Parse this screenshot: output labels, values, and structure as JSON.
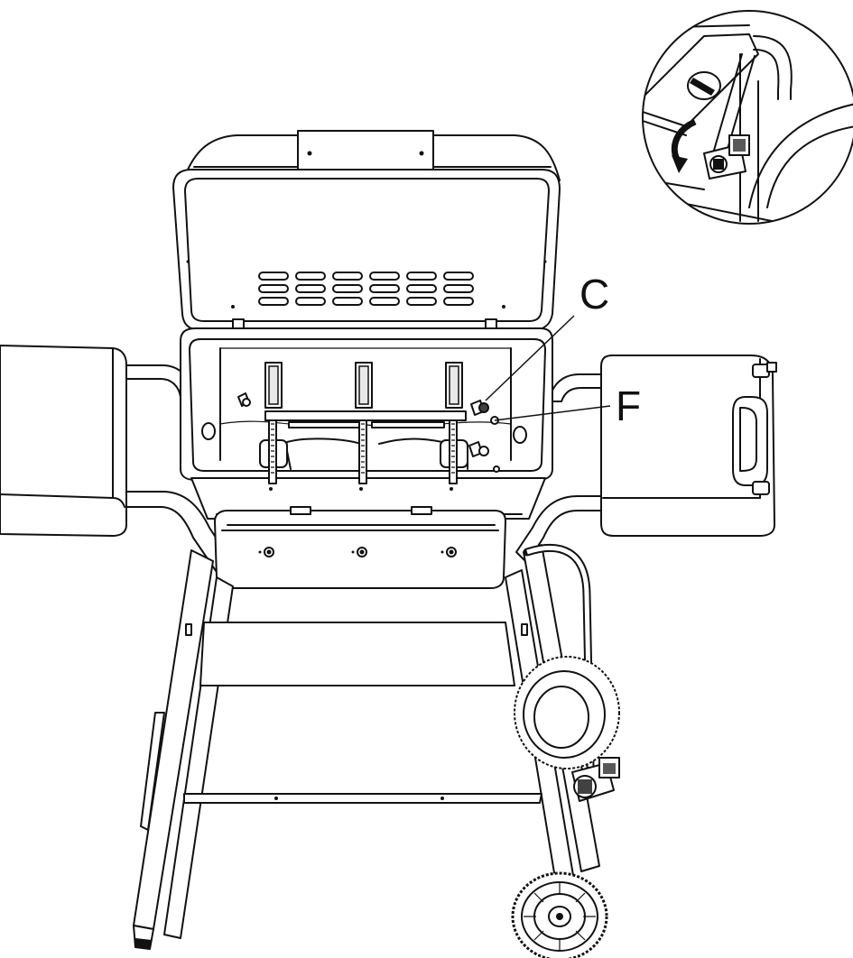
{
  "diagram": {
    "callouts": [
      {
        "id": "C",
        "label": "C"
      },
      {
        "id": "F",
        "label": "F"
      }
    ],
    "inset": {
      "arrow_direction": "counter-clockwise"
    },
    "colors": {
      "line": "#111111",
      "background": "#ffffff",
      "shade": "#e9e9e9"
    }
  }
}
